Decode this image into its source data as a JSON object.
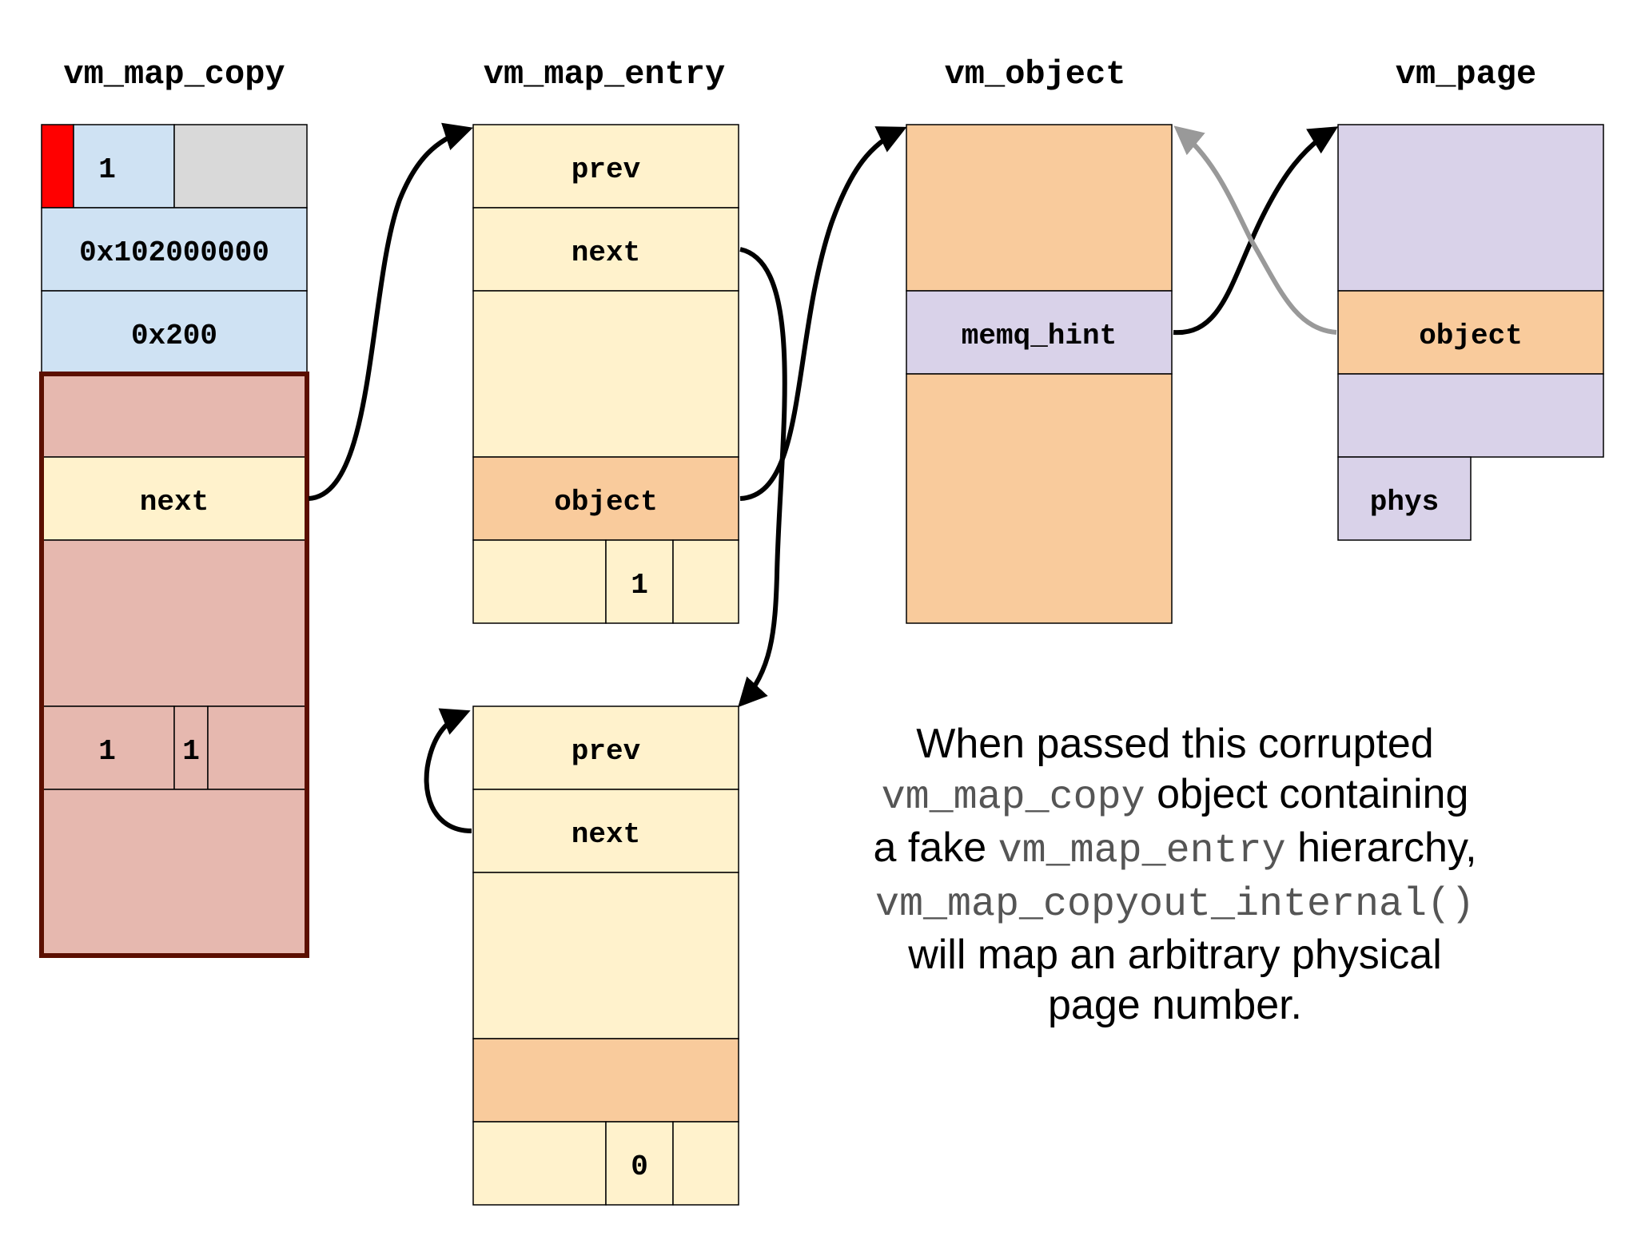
{
  "titles": {
    "copy": "vm_map_copy",
    "entry": "vm_map_entry",
    "object": "vm_object",
    "page": "vm_page"
  },
  "copy": {
    "flag": "1",
    "addr": "0x102000000",
    "size": "0x200",
    "next": "next",
    "field_a": "1",
    "field_b": "1"
  },
  "entry1": {
    "prev": "prev",
    "next": "next",
    "object": "object",
    "flag": "1"
  },
  "entry2": {
    "prev": "prev",
    "next": "next",
    "flag": "0"
  },
  "vmobject": {
    "memq_hint": "memq_hint"
  },
  "vmpage": {
    "object": "object",
    "phys": "phys"
  },
  "caption": {
    "t1": "When passed this corrupted",
    "c1": "vm_map_copy",
    "t2": " object containing",
    "t3": "a fake ",
    "c2": "vm_map_entry",
    "t4": " hierarchy,",
    "c3": "vm_map_copyout_internal()",
    "t5": "will map an arbitrary physical",
    "t6": "page number."
  },
  "colors": {
    "blue": "#cfe2f3",
    "gray": "#d9d9d9",
    "red": "#ff0000",
    "rose": "#e6b8af",
    "yellow": "#fff2cc",
    "orange": "#f9cb9c",
    "purple": "#d9d2e9",
    "border_dark": "#5b0f00",
    "back_arrow": "#999999"
  }
}
